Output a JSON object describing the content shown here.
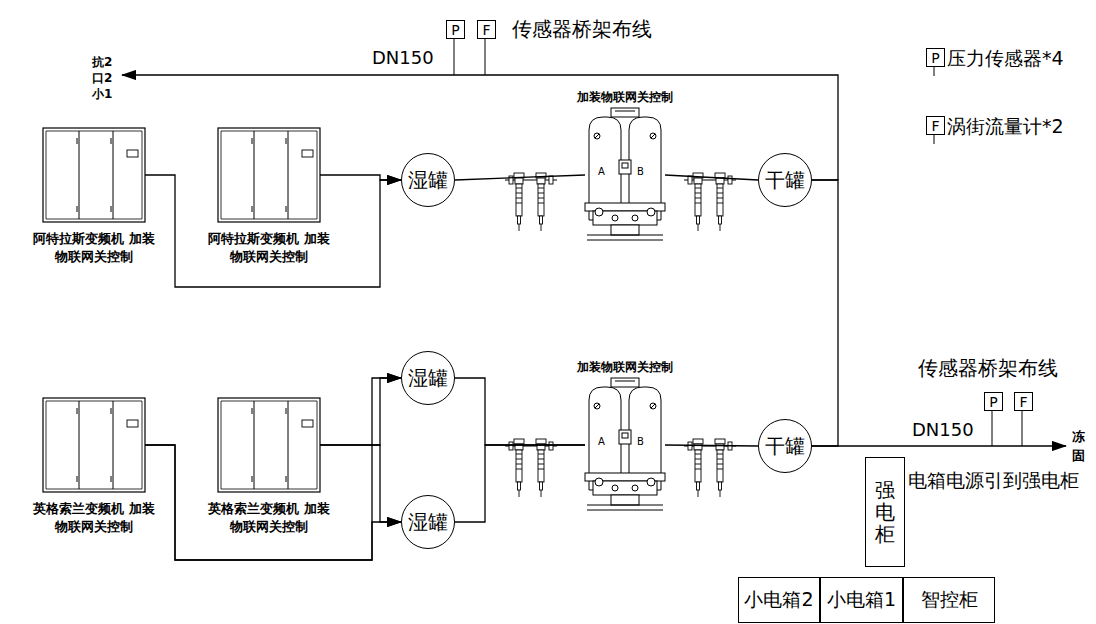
{
  "diagram": {
    "nodes": [
      {
        "text": [
          "P"
        ]
      },
      {
        "text": [
          "F"
        ]
      },
      {
        "text": [
          "P"
        ]
      },
      {
        "text": [
          "F"
        ]
      },
      {
        "text": [
          "阿特拉斯变频机 加装物联网关控制"
        ]
      },
      {
        "text": [
          "阿特拉斯变频机 加装物联网关控制"
        ]
      },
      {
        "text": [
          "湿罐"
        ]
      },
      {
        "text": [
          "加装物联网关控制"
        ]
      },
      {
        "text": [
          "干罐"
        ]
      },
      {
        "text": [
          "英格索兰变频机 加装物联网关控制"
        ]
      },
      {
        "text": [
          "英格索兰变频机 加装物联网关控制"
        ]
      },
      {
        "text": [
          "湿罐"
        ]
      },
      {
        "text": [
          "湿罐"
        ]
      },
      {
        "text": [
          "加装物联网关控制"
        ]
      },
      {
        "text": [
          "干罐"
        ]
      },
      {
        "text": [
          "P"
        ]
      },
      {
        "text": [
          "F"
        ]
      },
      {
        "text": [
          "强电柜"
        ]
      },
      {
        "text": [
          "小电箱2"
        ]
      },
      {
        "text": [
          "小电箱1"
        ]
      },
      {
        "text": [
          "智控柜"
        ]
      }
    ],
    "edges": [
      {
        "from": 4,
        "to": 6,
        "arrow": "to"
      },
      {
        "from": 5,
        "to": 6,
        "arrow": "to"
      },
      {
        "from": 6,
        "to": 7,
        "arrow": "none"
      },
      {
        "from": 7,
        "to": 8,
        "arrow": "none"
      },
      {
        "from": 8,
        "to": 14,
        "arrow": "none"
      },
      {
        "from": 9,
        "to": 11,
        "arrow": "to"
      },
      {
        "from": 9,
        "to": 12,
        "arrow": "to"
      },
      {
        "from": 10,
        "to": 11,
        "arrow": "to"
      },
      {
        "from": 10,
        "to": 12,
        "arrow": "to"
      },
      {
        "from": 11,
        "to": 13,
        "arrow": "none"
      },
      {
        "from": 12,
        "to": 13,
        "arrow": "none"
      },
      {
        "from": 13,
        "to": 14,
        "arrow": "none"
      }
    ],
    "labels": [
      "传感器桥架布线",
      "DN150",
      "抗2",
      "口2",
      "小1",
      "传感器桥架布线",
      "DN150",
      "冻",
      "固",
      "电箱电源引到强电柜",
      "A",
      "B",
      "A",
      "B"
    ],
    "legend": [
      {
        "text": "压力传感器*4"
      },
      {
        "text": "涡街流量计*2"
      }
    ]
  }
}
